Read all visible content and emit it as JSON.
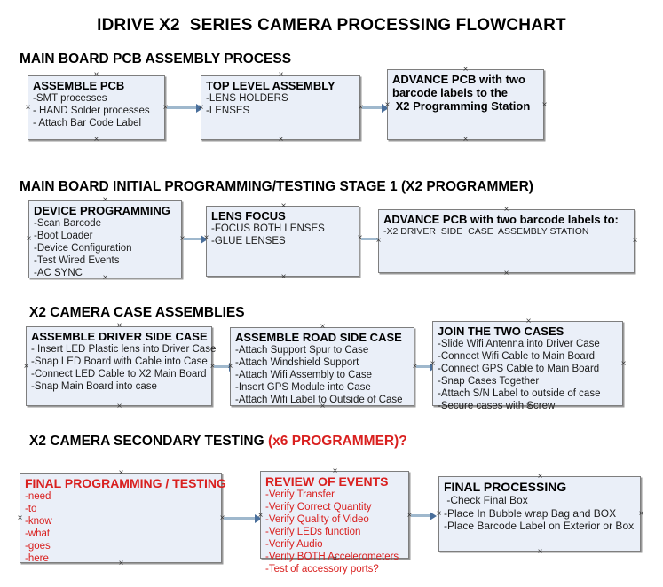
{
  "title": "IDRIVE X2  SERIES CAMERA PROCESSING FLOWCHART",
  "colors": {
    "box_fill": "#eaeff8",
    "box_border": "#7e7e7e",
    "connector": "#9fb8cd",
    "arrow_head": "#4a6f9b",
    "accent_red": "#d9201f",
    "text": "#000000",
    "background": "#ffffff"
  },
  "sections": [
    {
      "heading": "MAIN BOARD PCB ASSEMBLY PROCESS",
      "heading_accent": "",
      "boxes": [
        {
          "title": "ASSEMBLE PCB",
          "lines": [
            "-SMT processes",
            "- HAND Solder processes",
            "- Attach Bar Code Label"
          ]
        },
        {
          "title": "TOP LEVEL ASSEMBLY",
          "lines": [
            "-LENS HOLDERS",
            "-LENSES"
          ]
        },
        {
          "title": "ADVANCE PCB with two",
          "title_line2": "barcode labels to the",
          "title_line3": " X2 Programming Station",
          "lines": []
        }
      ]
    },
    {
      "heading": "MAIN BOARD INITIAL PROGRAMMING/TESTING STAGE 1 (X2 PROGRAMMER)",
      "heading_accent": "",
      "boxes": [
        {
          "title": "DEVICE PROGRAMMING",
          "lines": [
            "-Scan Barcode",
            "-Boot Loader",
            "-Device Configuration",
            "-Test Wired Events",
            "-AC SYNC"
          ]
        },
        {
          "title": "LENS FOCUS",
          "lines": [
            "-FOCUS BOTH LENSES",
            "-GLUE LENSES"
          ]
        },
        {
          "title": "ADVANCE PCB with two barcode labels to:",
          "lines": [
            "-X2 DRIVER  SIDE  CASE  ASSEMBLY STATION"
          ]
        }
      ]
    },
    {
      "heading": "X2 CAMERA CASE ASSEMBLIES",
      "heading_accent": "",
      "boxes": [
        {
          "title": "ASSEMBLE DRIVER SIDE CASE",
          "lines": [
            "- Insert LED Plastic lens into Driver Case",
            "-Snap LED Board with Cable into Case",
            "-Connect LED Cable to X2 Main Board",
            "-Snap Main Board into case"
          ]
        },
        {
          "title": "ASSEMBLE ROAD SIDE CASE",
          "lines": [
            "-Attach Support Spur to Case",
            "-Attach Windshield Support",
            "-Attach Wifi Assembly to Case",
            "-Insert GPS Module into Case",
            "-Attach Wifi Label to Outside of Case"
          ]
        },
        {
          "title": "JOIN THE TWO CASES",
          "lines": [
            "-Slide Wifi Antenna into Driver Case",
            "-Connect Wifi Cable to Main Board",
            "-Connect GPS Cable to Main Board",
            "-Snap Cases Together",
            "-Attach S/N Label to outside of case",
            "-Secure cases with Screw"
          ]
        }
      ]
    },
    {
      "heading": "X2 CAMERA SECONDARY TESTING ",
      "heading_accent": "(x6 PROGRAMMER)?",
      "boxes": [
        {
          "title": "FINAL PROGRAMMING / TESTING",
          "lines": [
            "-need",
            "-to",
            "-know",
            "-what",
            "-goes",
            "-here"
          ]
        },
        {
          "title": "REVIEW OF EVENTS",
          "lines": [
            "-Verify Transfer",
            "-Verify Correct Quantity",
            "-Verify Quality of Video",
            "-Verify LEDs function",
            "-Verify Audio",
            "-Verify BOTH Accelerometers",
            "-Test of accessory ports?"
          ]
        },
        {
          "title": "FINAL PROCESSING",
          "lines": [
            " -Check Final Box",
            "-Place In Bubble wrap Bag and BOX",
            "-Place Barcode Label on Exterior or Box"
          ]
        }
      ]
    }
  ]
}
